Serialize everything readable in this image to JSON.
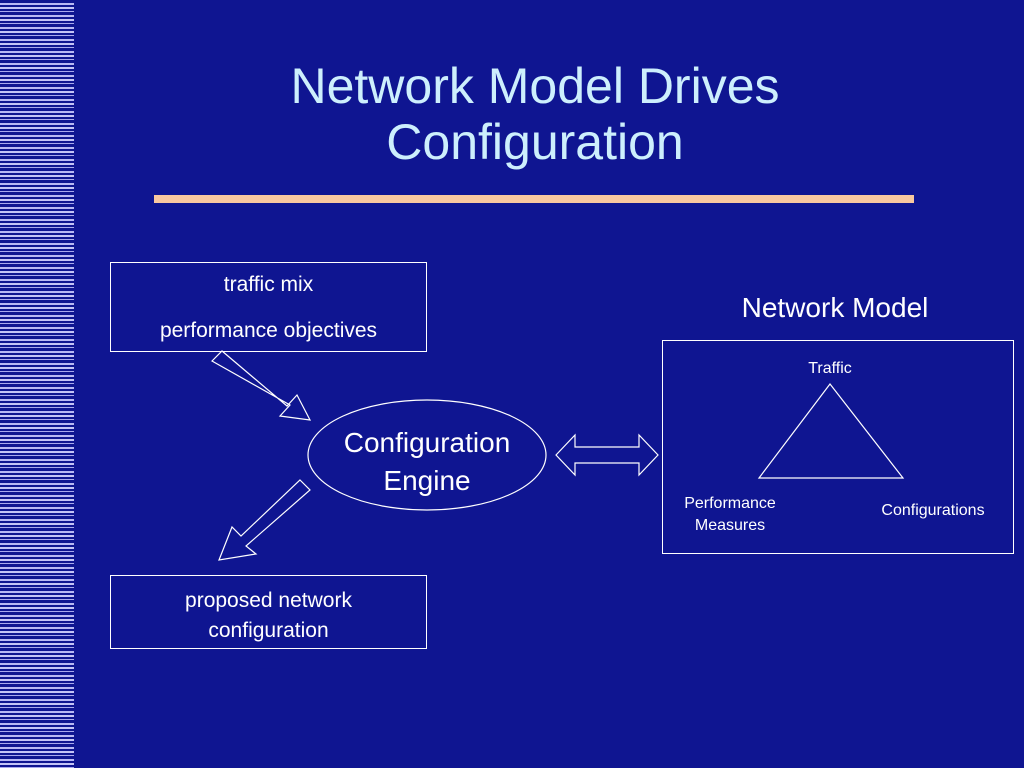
{
  "slide": {
    "title_line1": "Network Model Drives",
    "title_line2": "Configuration"
  },
  "input_box": {
    "line1": "traffic mix",
    "line2": "performance objectives"
  },
  "engine": {
    "line1": "Configuration",
    "line2": "Engine"
  },
  "output_box": {
    "line1": "proposed network",
    "line2": "configuration"
  },
  "network_model": {
    "heading": "Network Model",
    "traffic": "Traffic",
    "performance_line1": "Performance",
    "performance_line2": "Measures",
    "configurations": "Configurations"
  },
  "colors": {
    "background": "#0f1591",
    "title": "#cdeffd",
    "rule": "#f8c8a0",
    "foreground": "#ffffff"
  }
}
